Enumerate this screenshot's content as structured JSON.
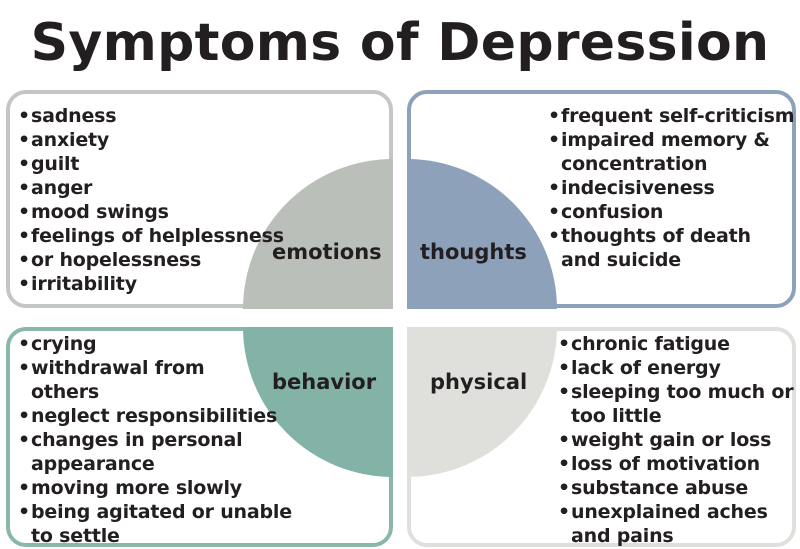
{
  "title": "Symptoms of Depression",
  "colors": {
    "emotions": "#babfba",
    "thoughts": "#8ea1ba",
    "behavior": "#82b3a6",
    "physical": "#dfe0dc",
    "text": "#231f20"
  },
  "quadrants": {
    "emotions": {
      "label": "emotions",
      "items": [
        "sadness",
        "anxiety",
        "guilt",
        "anger",
        "mood swings",
        "feelings of helplessness",
        "or hopelessness",
        "irritability"
      ]
    },
    "thoughts": {
      "label": "thoughts",
      "items": [
        "frequent self-criticism",
        "impaired memory & concentration",
        "indecisiveness",
        "confusion",
        "thoughts of death and suicide"
      ]
    },
    "behavior": {
      "label": "behavior",
      "items": [
        "crying",
        "withdrawal from others",
        "neglect responsibilities",
        "changes in personal appearance",
        "moving more slowly",
        "being agitated or unable to settle"
      ]
    },
    "physical": {
      "label": "physical",
      "items": [
        "chronic fatigue",
        "lack of energy",
        "sleeping too much or too little",
        "weight gain or loss",
        "loss of motivation",
        "substance abuse",
        "unexplained aches and pains"
      ]
    }
  }
}
